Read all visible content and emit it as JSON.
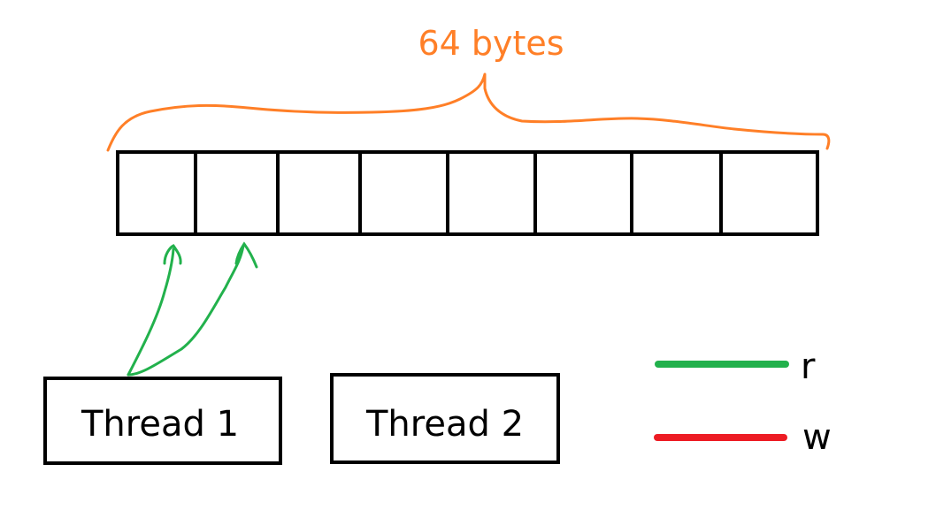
{
  "title_label": "64 bytes",
  "colors": {
    "brace": "#ff7f27",
    "read": "#22b14c",
    "write": "#ed1c24",
    "stroke": "#000000"
  },
  "cache_line": {
    "cell_count": 8
  },
  "threads": [
    {
      "label": "Thread 1"
    },
    {
      "label": "Thread 2"
    }
  ],
  "legend": [
    {
      "key": "read",
      "label": "r"
    },
    {
      "key": "write",
      "label": "w"
    }
  ],
  "arrows": [
    {
      "from": "Thread 1",
      "to_cell": 1,
      "type": "read"
    },
    {
      "from": "Thread 1",
      "to_cell": 2,
      "type": "read"
    }
  ]
}
